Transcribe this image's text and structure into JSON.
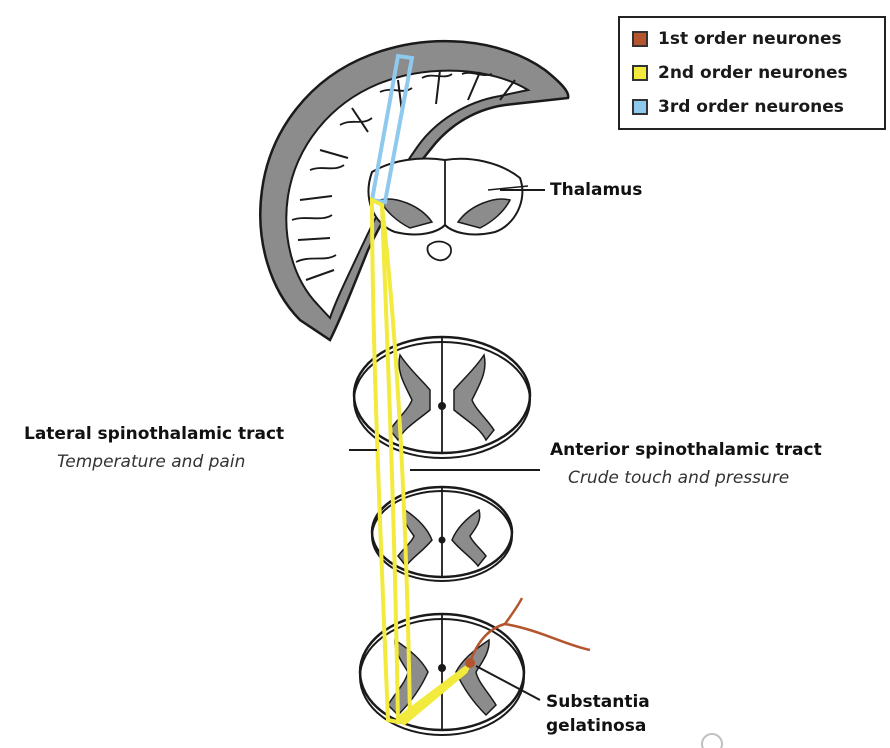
{
  "legend": {
    "items": [
      {
        "label": "1st order neurones",
        "color": "#b4552d"
      },
      {
        "label": "2nd order neurones",
        "color": "#f2ea3c"
      },
      {
        "label": "3rd order neurones",
        "color": "#8ec9ee"
      }
    ]
  },
  "labels": {
    "thalamus": "Thalamus",
    "lateral_tract": "Lateral spinothalamic tract",
    "lateral_function": "Temperature and pain",
    "anterior_tract": "Anterior spinothalamic tract",
    "anterior_function": "Crude touch and pressure",
    "substantia_line1": "Substantia",
    "substantia_line2": "gelatinosa"
  },
  "colors": {
    "gray_matter": "#8c8c8c",
    "outline": "#1a1a1a",
    "first_order": "#b4552d",
    "second_order": "#f2ea3c",
    "third_order": "#8ec9ee"
  }
}
